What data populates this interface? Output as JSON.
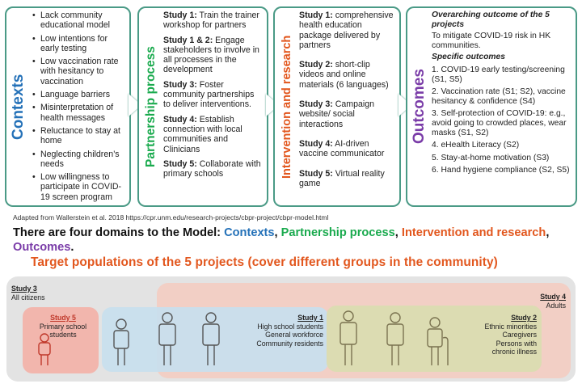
{
  "contexts": {
    "title": "Contexts",
    "items": [
      "Lack community educational model",
      "Low intentions for early testing",
      "Low vaccination rate with hesitancy to vaccination",
      "Language barriers",
      "Misinterpretation of health messages",
      "Reluctance to stay at home",
      "Neglecting children’s needs",
      "Low willingness to participate in COVID-19 screen program"
    ]
  },
  "partnership": {
    "title": "Partnership process",
    "items": [
      {
        "study": "Study 1:",
        "text": " Train the trainer workshop for partners"
      },
      {
        "study": "Study 1 & 2:",
        "text": " Engage stakeholders to involve in all processes in the development"
      },
      {
        "study": "Study 3:",
        "text": " Foster community partnerships to deliver interventions."
      },
      {
        "study": "Study 4:",
        "text": " Establish connection with local communities and Clinicians"
      },
      {
        "study": "Study 5:",
        "text": " Collaborate with primary schools"
      }
    ]
  },
  "intervention": {
    "title": "Intervention and research",
    "items": [
      {
        "study": "Study 1:",
        "text": " comprehensive health education package delivered by partners"
      },
      {
        "study": "Study 2:",
        "text": " short-clip videos and online materials (6 languages)"
      },
      {
        "study": "Study 3:",
        "text": " Campaign website/ social interactions"
      },
      {
        "study": "Study 4:",
        "text": " AI-driven vaccine communicator"
      },
      {
        "study": "Study 5:",
        "text": " Virtual reality game"
      }
    ]
  },
  "outcomes": {
    "title": "Outcomes",
    "overarching_heading": "Overarching outcome of the 5 projects",
    "overarching_text": "To mitigate COVID-19 risk in HK communities.",
    "specific_heading": "Specific outcomes",
    "items": [
      "1. COVID-19 early testing/screening (S1, S5)",
      "2. Vaccination rate (S1; S2), vaccine hesitancy & confidence (S4)",
      "3. Self-protection of COVID-19: e.g., avoid going to crowded places, wear masks (S1, S2)",
      "4. eHealth Literacy (S2)",
      "5. Stay-at-home motivation (S3)",
      "6. Hand hygiene compliance (S2, S5)"
    ]
  },
  "caption": "Adapted from Wallerstein et al. 2018 https://cpr.unm.edu/research-projects/cbpr-project/cbpr-model.html",
  "domains_sentence": {
    "prefix": "There are four domains to the Model: ",
    "contexts": "Contexts",
    "sep1": ", ",
    "partnership": "Partnership process",
    "sep2": ", ",
    "intervention": "Intervention and research",
    "sep3": ", ",
    "outcomes": "Outcomes",
    "suffix": "."
  },
  "target_title": "Target populations of the 5 projects (cover different groups in the community)",
  "populations": {
    "study3": {
      "label": "Study 3",
      "desc": "All citizens"
    },
    "study4": {
      "label": "Study 4",
      "desc": "Adults"
    },
    "study5": {
      "label": "Study 5",
      "lines": [
        "Primary school",
        "students"
      ]
    },
    "study1": {
      "label": "Study 1",
      "lines": [
        "High school students",
        "General workforce",
        "Community residents"
      ]
    },
    "study2": {
      "label": "Study 2",
      "lines": [
        "Ethnic minorities",
        "Caregivers",
        "Persons with",
        "chronic illness"
      ]
    }
  },
  "colors": {
    "contexts": "#2471b8",
    "partnership": "#1aaa4e",
    "intervention": "#e2571e",
    "outcomes": "#7a3ca8",
    "panel_border": "#4a9a86",
    "study3_bg": "#e3e3e3",
    "study4_bg": "#f2cfc5",
    "study5_bg": "#f2b6ad",
    "study1_bg": "#c8dfee",
    "study2_bg": "#dcdcb2"
  }
}
